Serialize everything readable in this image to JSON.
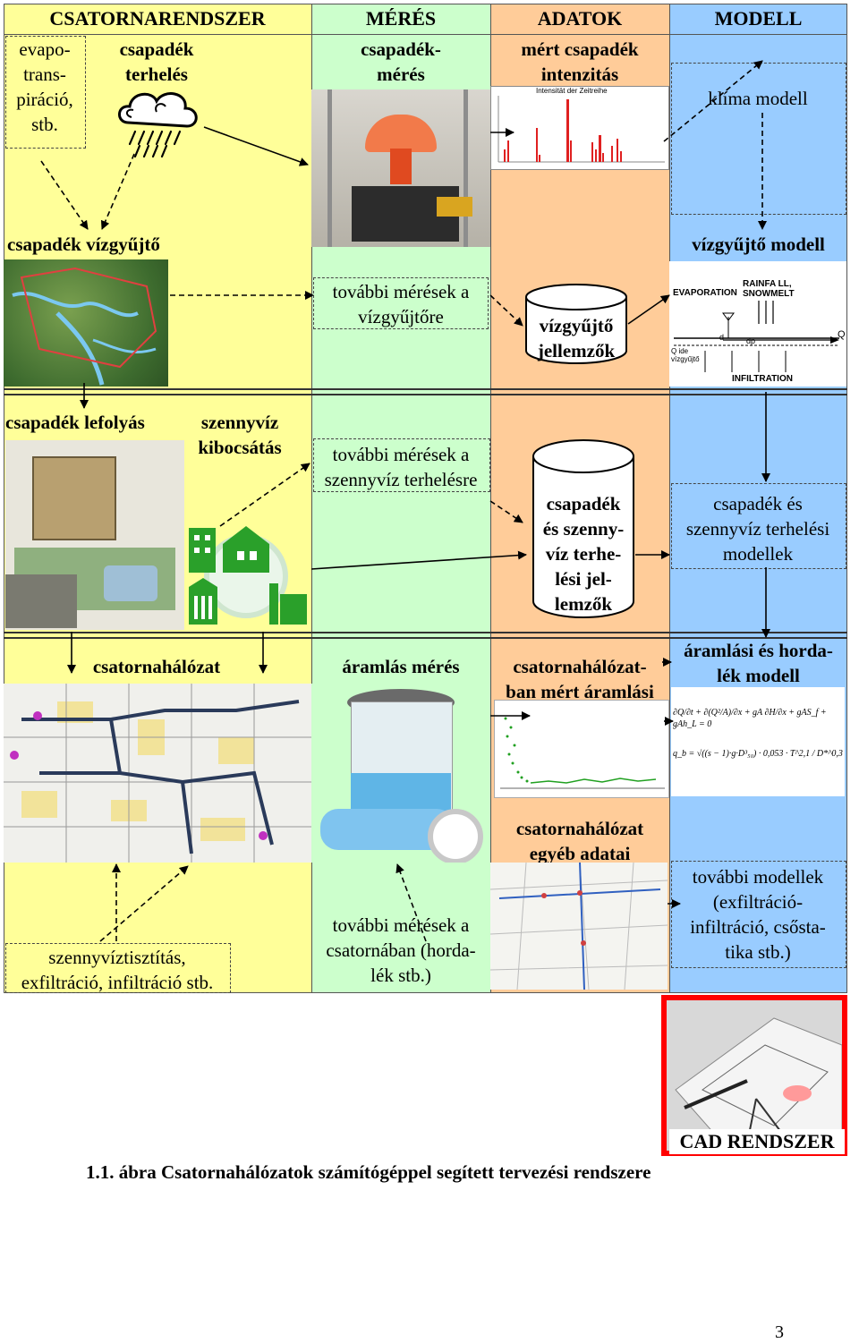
{
  "headers": [
    "CSATORNARENDSZER",
    "MÉRÉS",
    "ADATOK",
    "MODELL"
  ],
  "row1": {
    "evapotranspiracio": "evapo-\ntrans-\npiráció,\nstb.",
    "csapadek_terheles": "csapadék\nterhelés",
    "csapadekmeres": "csapadék-\nmérés",
    "mert_intenzitas": "mért csapadék\nintenzitás",
    "chart_title": "Intensität der Zeitreihe",
    "klima_modell": "klíma modell"
  },
  "row2": {
    "csapadek_vizgyujto": "csapadék vízgyűjtő",
    "vizgyujto_modell": "vízgyűjtő modell",
    "tovabbi_vizgyujtore": "további mérések a\nvízgyűjtőre",
    "vizgyujto_jellemzok": "vízgyűjtő\njellemzők",
    "evaporation": "EVAPORATION",
    "rainfall": "RAINFA LL,\nSNOWMELT",
    "infiltration": "INFILTRATION",
    "q_label": "Q",
    "d_label": "d",
    "dp_label": "dp",
    "q_side": "Q ide\nvízgyűjtő"
  },
  "row3": {
    "csapadek_lefolyas": "csapadék lefolyás",
    "szennyviz_kibocsatas": "szennyvíz\nkibocsátás",
    "tovabbi_szennyviz": "további mérések a\nszennyvíz terhelésre",
    "terhelesi_jellemzok": "csapadék\nés szenny-\nvíz terhe-\nlési jel-\nlemzők",
    "terhelesi_modellek": "csapadék és\nszennyvíz terhelési\nmodellek"
  },
  "row4": {
    "csatornahalozat": "csatornahálózat",
    "aramlas_meres": "áramlás mérés",
    "mert_aramlasi": "csatornahálózat-\nban mért áramlási\njellemzők",
    "aramlasi_modell": "áramlási és horda-\nlék modell",
    "eq1": "∂Q/∂t + ∂(Q²/A)/∂x + gA ∂H/∂x + gAS_f + gAh_L = 0",
    "eq2": "q_b = √((s − 1)·g·D³₅₀) · 0,053 · T^2,1 / D*^0,3"
  },
  "row5": {
    "egyeb_adatai": "csatornahálózat\negyéb adatai",
    "tovabbi_modellek": "további modellek\n(exfiltráció-\ninfiltráció, csősta-\ntika stb.)",
    "szennyviztisztitas": "szennyvíztisztítás,\nexfiltráció, infiltráció stb.",
    "tovabbi_csatorna": "további mérések a\ncsatornában (horda-\nlék stb.)"
  },
  "cad": "CAD RENDSZER",
  "caption": "1.1. ábra Csatornahálózatok számítógéppel segített tervezési rendszere",
  "page_number": "3",
  "colors": {
    "csatornarendszer": "#ffff99",
    "meres": "#ccffcc",
    "adatok": "#ffcc99",
    "modell": "#99ccff",
    "cad_border": "#ff0000"
  }
}
